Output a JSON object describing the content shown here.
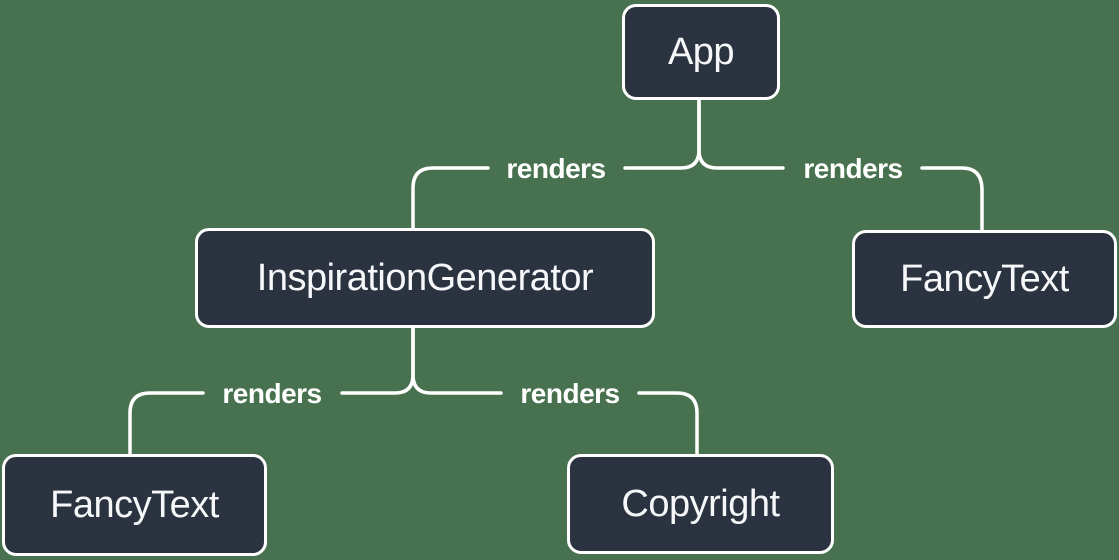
{
  "diagram": {
    "nodes": [
      {
        "id": "app",
        "label": "App"
      },
      {
        "id": "inspiration-generator",
        "label": "InspirationGenerator"
      },
      {
        "id": "fancy-text-right",
        "label": "FancyText"
      },
      {
        "id": "fancy-text-left",
        "label": "FancyText"
      },
      {
        "id": "copyright",
        "label": "Copyright"
      }
    ],
    "edges": [
      {
        "from": "App",
        "to": "InspirationGenerator",
        "label": "renders"
      },
      {
        "from": "App",
        "to": "FancyText",
        "label": "renders"
      },
      {
        "from": "InspirationGenerator",
        "to": "FancyText",
        "label": "renders"
      },
      {
        "from": "InspirationGenerator",
        "to": "Copyright",
        "label": "renders"
      }
    ]
  },
  "colors": {
    "background": "#47714F",
    "node-fill": "#2C3340",
    "node-border": "#FFFFFF",
    "node-text": "#F6F7F9",
    "line": "#FFFFFF"
  }
}
